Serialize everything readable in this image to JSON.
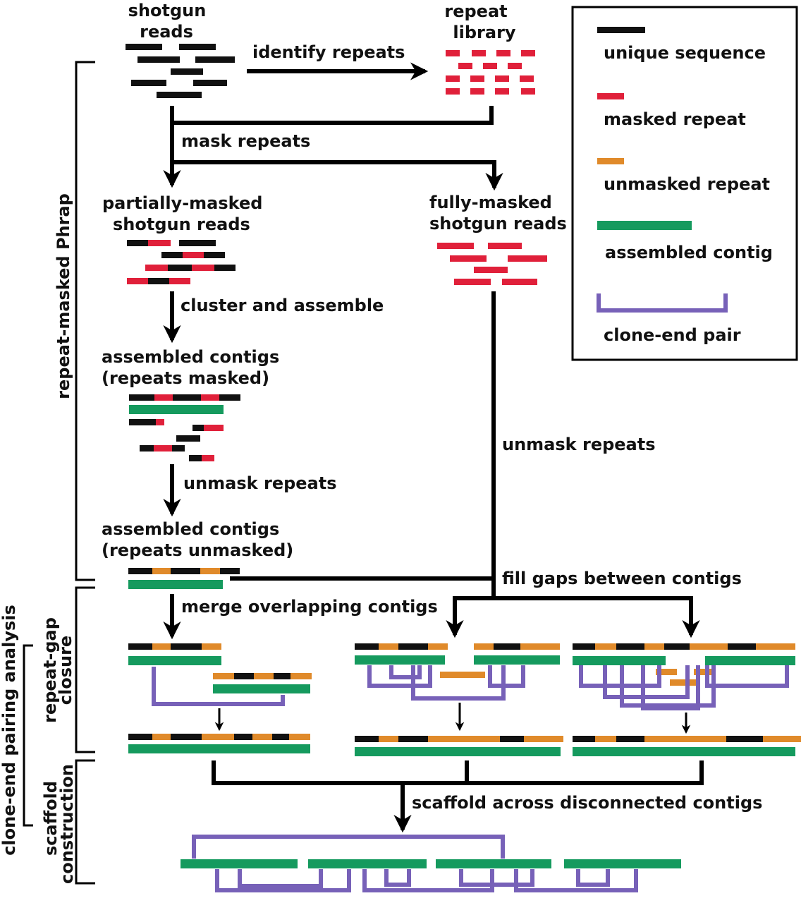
{
  "colors": {
    "unique": "#111111",
    "masked": "#e0203a",
    "unmasked": "#e08a2a",
    "contig": "#159a5e",
    "pair": "#7761b8",
    "line": "#000000"
  },
  "nodes": {
    "shotgun_reads": [
      "shotgun",
      "reads"
    ],
    "repeat_library": [
      "repeat",
      "library"
    ],
    "partially_masked": [
      "partially-masked",
      "shotgun reads"
    ],
    "fully_masked": [
      "fully-masked",
      "shotgun reads"
    ],
    "contigs_masked": [
      "assembled contigs",
      "(repeats masked)"
    ],
    "contigs_unmasked": [
      "assembled contigs",
      "(repeats unmasked)"
    ]
  },
  "steps": {
    "identify_repeats": "identify repeats",
    "mask_repeats": "mask repeats",
    "cluster_assemble": "cluster and assemble",
    "unmask_repeats_left": "unmask repeats",
    "unmask_repeats_right": "unmask repeats",
    "fill_gaps": "fill gaps between contigs",
    "merge_contigs": "merge overlapping contigs",
    "scaffold": "scaffold across disconnected contigs"
  },
  "side_labels": {
    "phrap": "repeat-masked Phrap",
    "repeat_gap": [
      "repeat-gap",
      "closure"
    ],
    "scaffold": [
      "scaffold",
      "construction"
    ],
    "clone_end": "clone-end pairing analysis"
  },
  "legend": [
    {
      "key": "unique",
      "label": "unique sequence"
    },
    {
      "key": "masked",
      "label": "masked repeat"
    },
    {
      "key": "unmasked",
      "label": "unmasked repeat"
    },
    {
      "key": "contig",
      "label": "assembled contig"
    },
    {
      "key": "pair",
      "label": "clone-end pair"
    }
  ]
}
